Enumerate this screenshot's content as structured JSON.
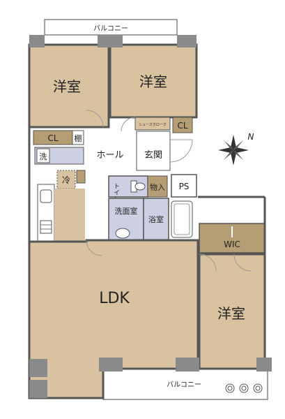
{
  "floor_plan": {
    "rooms": {
      "balcony_top": "バルコニー",
      "balcony_bottom": "バルコニー",
      "western_room_top_left": "洋室",
      "western_room_top_right": "洋室",
      "western_room_right": "洋室",
      "closet_left": "CL",
      "closet_right": "CL",
      "shelf": "棚",
      "laundry": "洗",
      "refrigerator": "冷",
      "hall": "ホール",
      "entrance": "玄関",
      "shoe_closet": "シューズクローク",
      "toilet": "トイレ",
      "storage": "物入",
      "pipe_space": "PS",
      "washroom": "洗面室",
      "bathroom": "浴室",
      "walk_in_closet": "WIC",
      "ldk": "LDK"
    },
    "compass": {
      "north_label": "N"
    },
    "colors": {
      "room_fill": "#d8c29f",
      "wet_area_fill": "#cdd0e3",
      "closet_fill": "#b59d74",
      "pillar_fill": "#8a8a8a",
      "wall": "#555555"
    }
  }
}
